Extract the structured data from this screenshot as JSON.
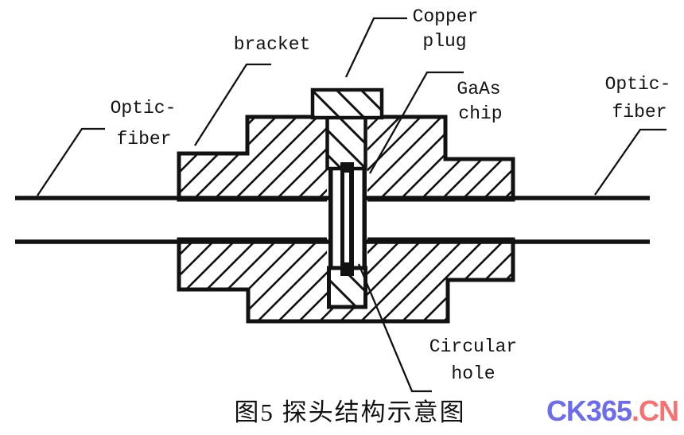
{
  "figure": {
    "caption": "图5 探头结构示意图",
    "labels": {
      "optic_fiber_left": [
        "Optic-",
        "fiber"
      ],
      "bracket": "bracket",
      "copper_plug": [
        "Copper",
        "plug"
      ],
      "gaas_chip": [
        "GaAs",
        "chip"
      ],
      "optic_fiber_right": [
        "Optic-",
        "fiber"
      ],
      "circular_hole": [
        "Circular",
        "hole"
      ]
    }
  },
  "watermark": {
    "site_blue": "CK365",
    "site_red": ".CN",
    "blue_color": "#6b6cee",
    "red_color": "#f87272"
  },
  "colors": {
    "ink": "#121212",
    "paper": "#ffffff"
  }
}
